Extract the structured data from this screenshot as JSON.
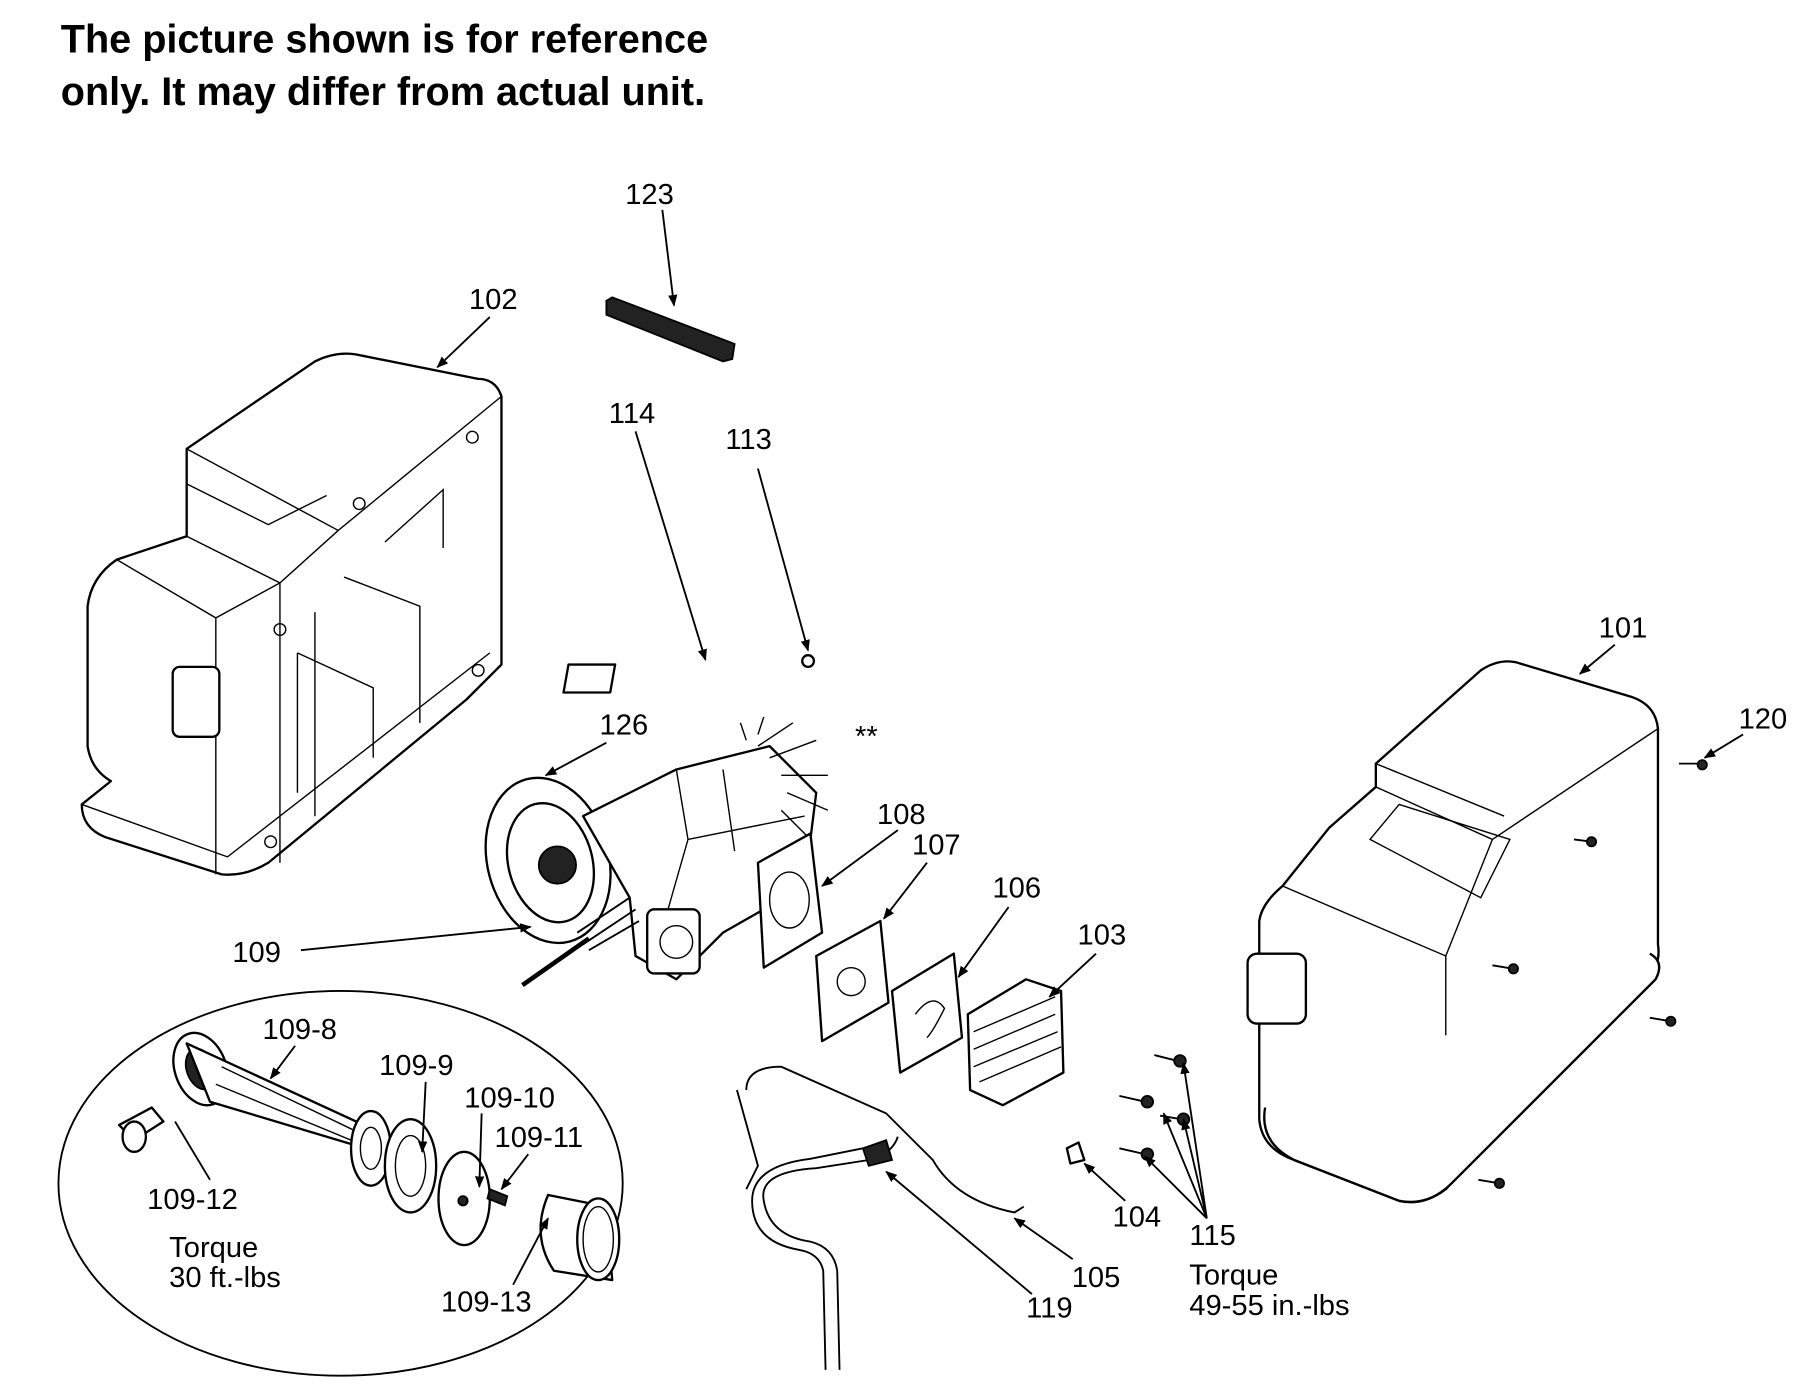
{
  "notice": {
    "line1": "The picture shown is for reference",
    "line2": "only. It may differ from actual unit."
  },
  "callouts": {
    "c101": "101",
    "c102": "102",
    "c103": "103",
    "c104": "104",
    "c105": "105",
    "c106": "106",
    "c107": "107",
    "c108": "108",
    "c109": "109",
    "c113": "113",
    "c114": "114",
    "c115": "115",
    "c119": "119",
    "c120": "120",
    "c123": "123",
    "c126": "126",
    "c_star": "**",
    "c109_8": "109-8",
    "c109_9": "109-9",
    "c109_10": "109-10",
    "c109_11": "109-11",
    "c109_12": "109-12",
    "c109_13": "109-13"
  },
  "torque_notes": {
    "detail": {
      "line1": "Torque",
      "line2": "30 ft.-lbs"
    },
    "screws": {
      "line1": "Torque",
      "line2": "49-55 in.-lbs"
    }
  }
}
